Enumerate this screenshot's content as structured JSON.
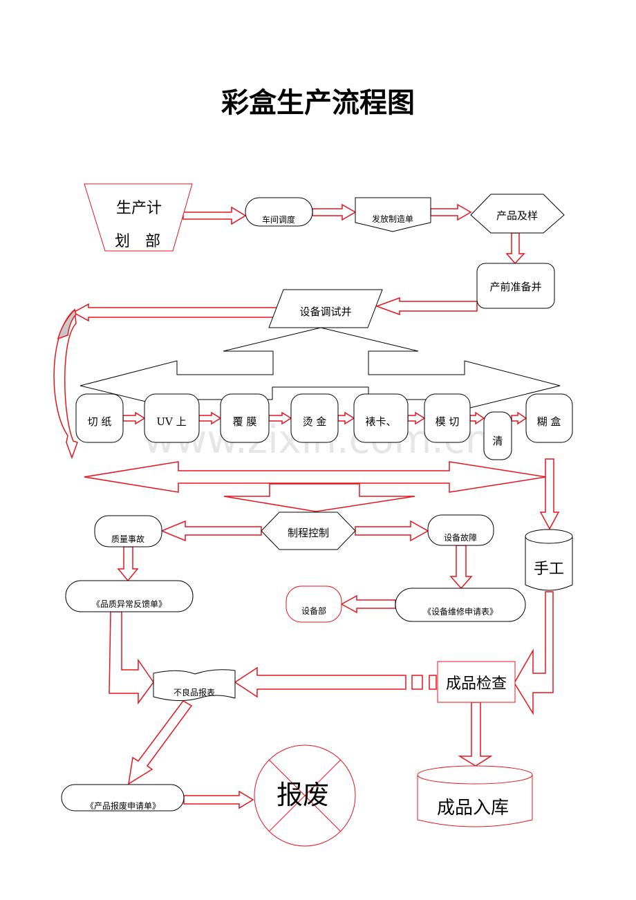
{
  "title": "彩盒生产流程图",
  "watermark": "www.zixin.com.cn",
  "nodes": {
    "plan_dept_line1": "生产计",
    "plan_dept_line2": "划　部",
    "workshop_schedule": "车间调度",
    "issue_order": "发放制造单",
    "product_sample": "产品及样",
    "preproduction": "产前准备并",
    "equipment_debug": "设备调试并",
    "cutting": "切 纸",
    "uv": "UV 上",
    "laminating": "覆 膜",
    "hot_stamping": "烫 金",
    "mounting": "裱卡、",
    "die_cutting": "模 切",
    "clearing": "清",
    "gluing": "糊 盒",
    "process_control": "制程控制",
    "quality_incident": "质量事故",
    "quality_report": "《品质异常反馈单》",
    "equipment_fault": "设备故障",
    "equipment_repair": "《设备维修申请表》",
    "equipment_dept": "设备部",
    "defective": "不良品报表",
    "scrap_request": "《产品报废申请单》",
    "scrap": "报废",
    "manual": "手工",
    "final_inspection": "成品检查",
    "warehouse": "成品入库"
  },
  "colors": {
    "arrow": "#e8141a",
    "outline": "#000000",
    "fill": "#ffffff"
  }
}
